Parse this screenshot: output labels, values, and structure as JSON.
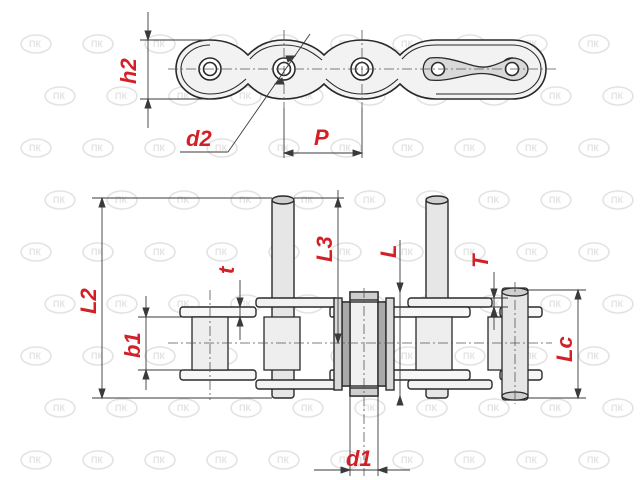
{
  "colors": {
    "label": "#d31f26",
    "line": "#2a2a2a",
    "dim": "#3a3a3a",
    "fill_light": "#f2f2f2",
    "fill_mid": "#d9d9d9",
    "fill_dark": "#a9a9a9",
    "watermark": "#e3e3e3"
  },
  "labels": {
    "h2": "h2",
    "d2": "d2",
    "P": "P",
    "L2": "L2",
    "L3": "L3",
    "L": "L",
    "T": "T",
    "t": "t",
    "b1": "b1",
    "Lc": "Lc",
    "d1": "d1"
  },
  "watermark_text": "ПК"
}
